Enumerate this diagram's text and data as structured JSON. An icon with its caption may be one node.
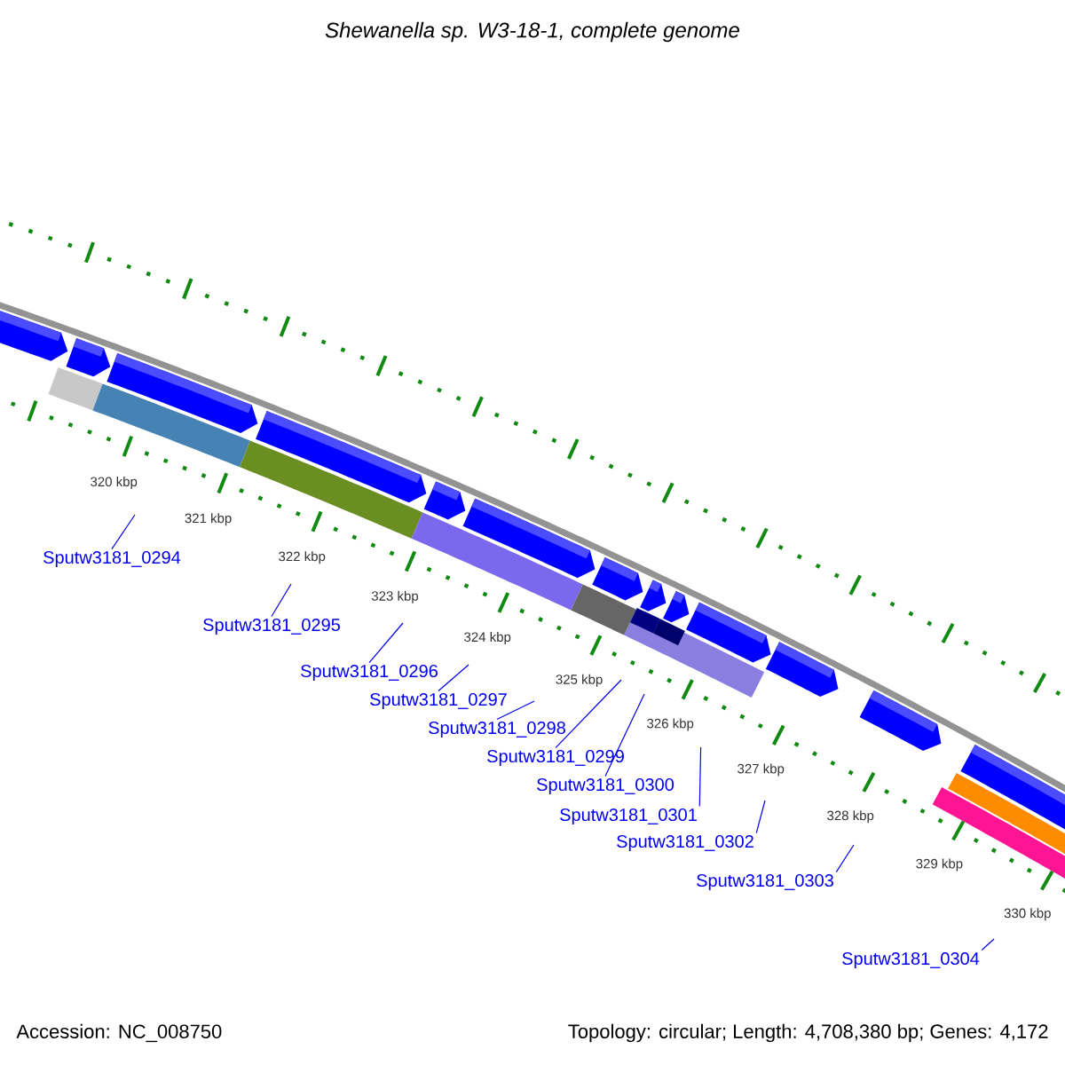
{
  "diagram": {
    "title": "Shewanella sp. W3-18-1, complete genome",
    "nodes": [
      {
        "text": [
          "Sputw3181_0294"
        ]
      },
      {
        "text": [
          "Sputw3181_0295"
        ]
      },
      {
        "text": [
          "Sputw3181_0296"
        ]
      },
      {
        "text": [
          "Sputw3181_0297"
        ]
      },
      {
        "text": [
          "Sputw3181_0298"
        ]
      },
      {
        "text": [
          "Sputw3181_0299"
        ]
      },
      {
        "text": [
          "Sputw3181_0300"
        ]
      },
      {
        "text": [
          "Sputw3181_0301"
        ]
      },
      {
        "text": [
          "Sputw3181_0302"
        ]
      },
      {
        "text": [
          "Sputw3181_0303"
        ]
      },
      {
        "text": [
          "Sputw3181_0304"
        ]
      }
    ],
    "edges": [
      {
        "from": 0,
        "to": null,
        "arrow": "none"
      },
      {
        "from": 1,
        "to": null,
        "arrow": "none"
      },
      {
        "from": 2,
        "to": null,
        "arrow": "none"
      },
      {
        "from": 3,
        "to": null,
        "arrow": "none"
      },
      {
        "from": 4,
        "to": null,
        "arrow": "none"
      },
      {
        "from": 5,
        "to": null,
        "arrow": "none"
      },
      {
        "from": 6,
        "to": null,
        "arrow": "none"
      },
      {
        "from": 7,
        "to": null,
        "arrow": "none"
      },
      {
        "from": 8,
        "to": null,
        "arrow": "none"
      },
      {
        "from": 9,
        "to": null,
        "arrow": "none"
      },
      {
        "from": 10,
        "to": null,
        "arrow": "none"
      }
    ],
    "labels": [
      "320 kbp",
      "321 kbp",
      "322 kbp",
      "323 kbp",
      "324 kbp",
      "325 kbp",
      "326 kbp",
      "327 kbp",
      "328 kbp",
      "329 kbp",
      "330 kbp",
      "Accession: NC_008750",
      "Topology: circular; Length: 4,708,380 bp; Genes: 4,172"
    ]
  }
}
